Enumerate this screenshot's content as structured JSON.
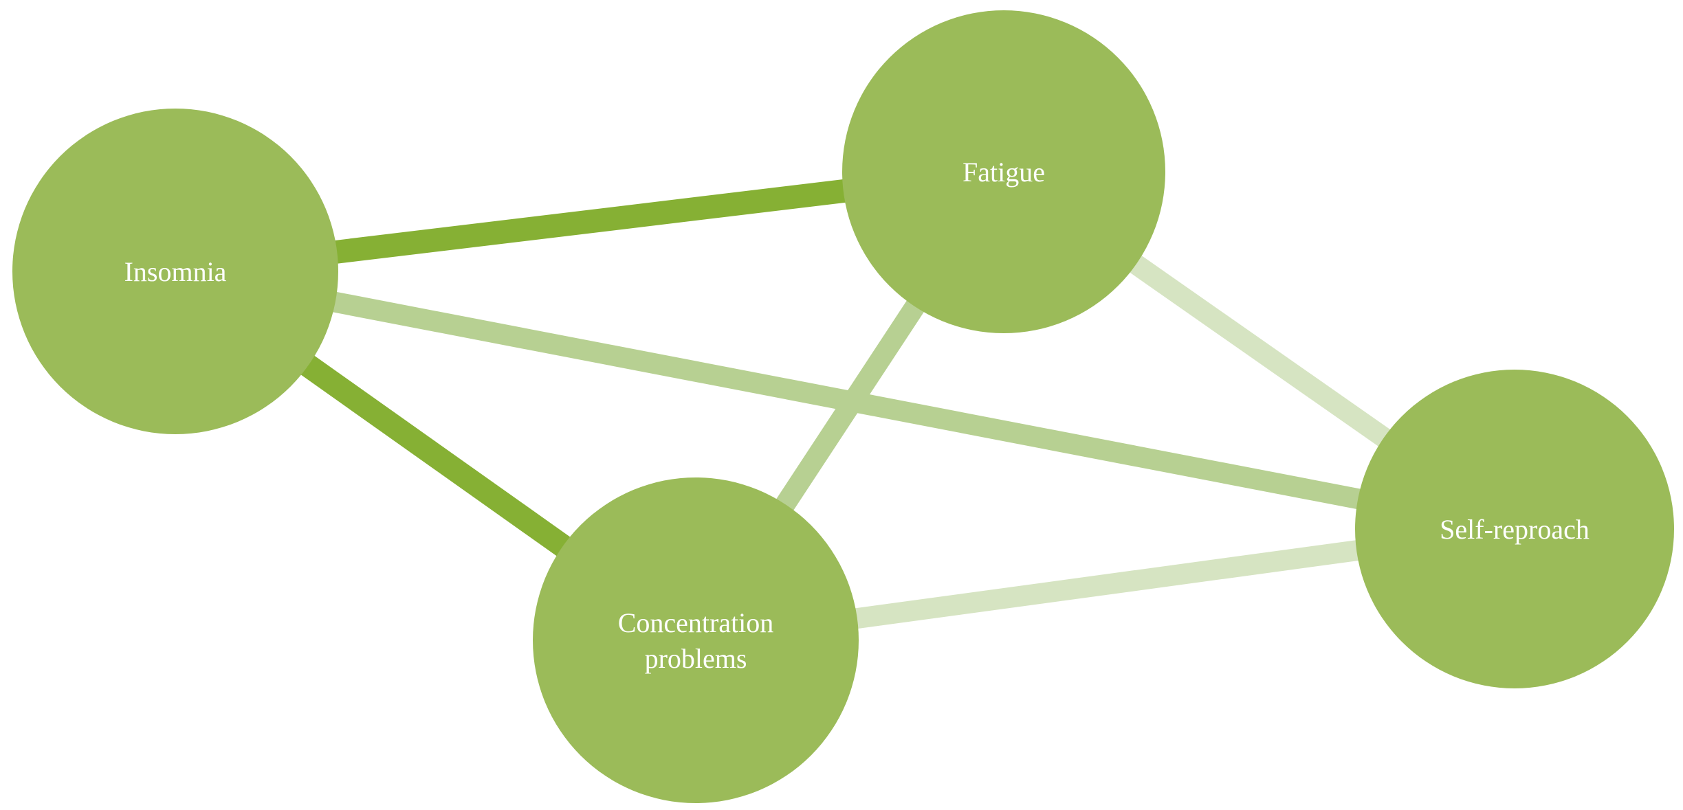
{
  "nodes": [
    {
      "id": "insomnia",
      "label_lines": [
        "Insomnia"
      ]
    },
    {
      "id": "fatigue",
      "label_lines": [
        "Fatigue"
      ]
    },
    {
      "id": "concentration",
      "label_lines": [
        "Concentration",
        "problems"
      ]
    },
    {
      "id": "selfreproach",
      "label_lines": [
        "Self-reproach"
      ]
    }
  ],
  "edges": [
    {
      "from": "insomnia",
      "to": "fatigue",
      "strength": "strong"
    },
    {
      "from": "insomnia",
      "to": "concentration",
      "strength": "strong"
    },
    {
      "from": "insomnia",
      "to": "selfreproach",
      "strength": "medium"
    },
    {
      "from": "fatigue",
      "to": "concentration",
      "strength": "medium"
    },
    {
      "from": "fatigue",
      "to": "selfreproach",
      "strength": "weak"
    },
    {
      "from": "concentration",
      "to": "selfreproach",
      "strength": "weak"
    }
  ],
  "colors": {
    "node_fill": "#9bbb59",
    "edge_strong": "#86b034",
    "edge_medium": "#b7d092",
    "edge_weak": "#d6e4c2",
    "label": "#ffffff"
  }
}
